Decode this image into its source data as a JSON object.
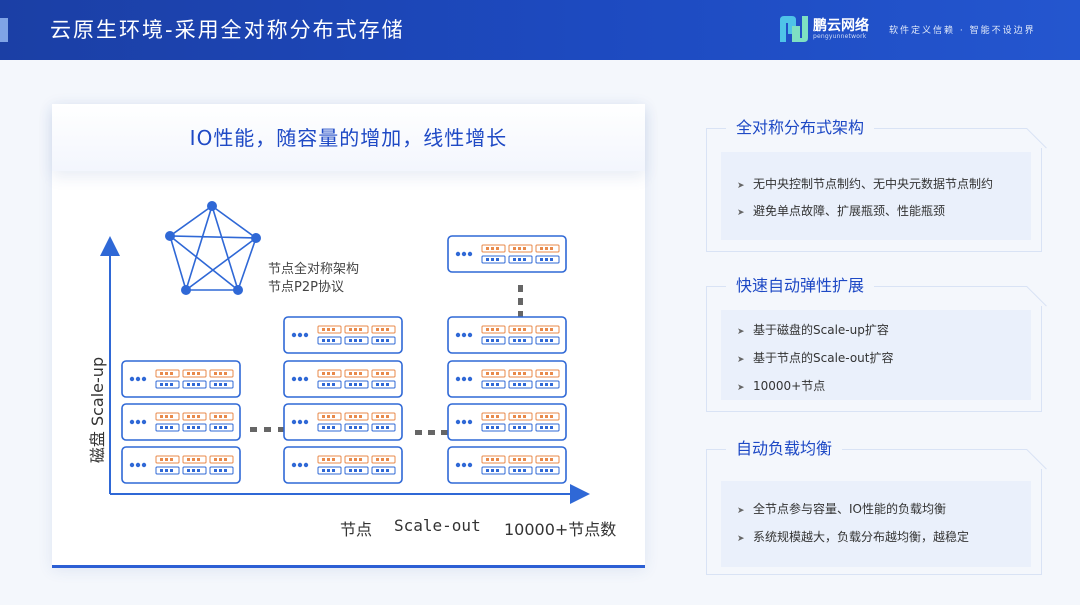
{
  "header": {
    "title": "云原生环境-采用全对称分布式存储",
    "brand_name": "鹏云网络",
    "brand_sub": "pengyunnetwork",
    "slogan": "软件定义信赖 · 智能不设边界"
  },
  "panel": {
    "banner": "IO性能，随容量的增加，线性增长",
    "p2p_label_1": "节点全对称架构",
    "p2p_label_2": "节点P2P协议",
    "y_axis_label": "磁盘 Scale-up",
    "x_axis_nodes": "节点",
    "x_axis_scale": "Scale-out",
    "x_axis_count": "10000+节点数"
  },
  "cards": [
    {
      "title": "全对称分布式架构",
      "items": [
        "无中央控制节点制约、无中央元数据节点制约",
        "避免单点故障、扩展瓶颈、性能瓶颈"
      ]
    },
    {
      "title": "快速自动弹性扩展",
      "items": [
        "基于磁盘的Scale-up扩容",
        "基于节点的Scale-out扩容",
        "10000+节点"
      ]
    },
    {
      "title": "自动负载均衡",
      "items": [
        "全节点参与容量、IO性能的负载均衡",
        "系统规模越大，负载分布越均衡，越稳定"
      ]
    }
  ],
  "colors": {
    "brand_blue": "#1e49c5",
    "header_blue": "#1d4ac0",
    "accent_orange": "#e8894a",
    "dot_blue": "#2f68d6"
  }
}
